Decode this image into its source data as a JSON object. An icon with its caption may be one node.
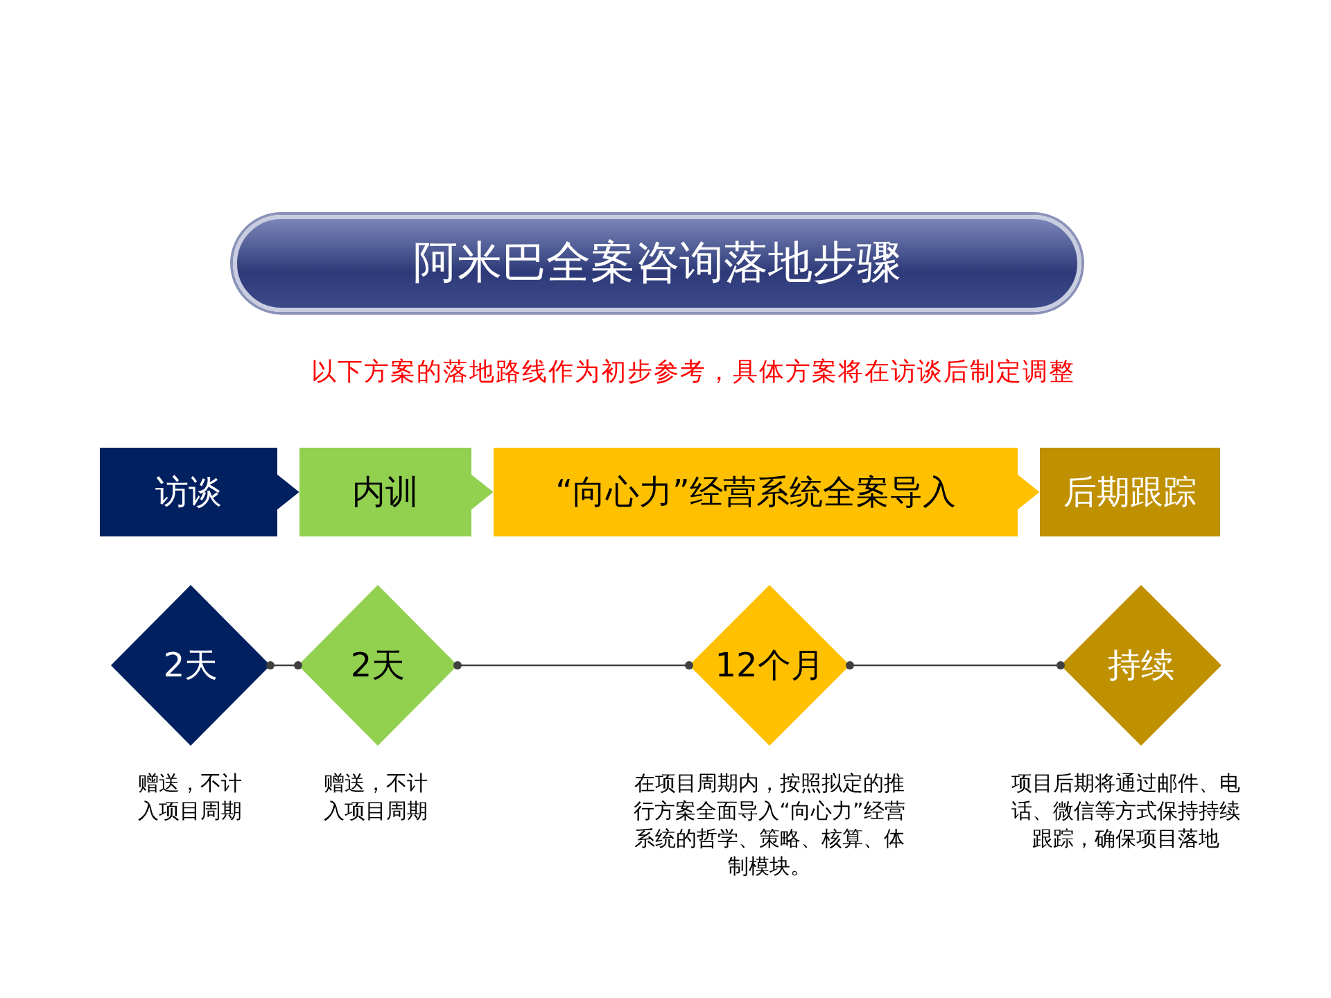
{
  "diagram": {
    "nodes": [
      {
        "text": [
          "阿米巴全案咨询落地步骤"
        ]
      },
      {
        "text": [
          "访谈"
        ]
      },
      {
        "text": [
          "内训"
        ]
      },
      {
        "text": [
          "“向心力”经营系统全案导入"
        ]
      },
      {
        "text": [
          "后期跟踪"
        ]
      },
      {
        "text": [
          "2天"
        ],
        "beside": [
          "赠送，不计入项目周期"
        ]
      },
      {
        "text": [
          "2天"
        ],
        "beside": [
          "赠送，不计入项目周期"
        ]
      },
      {
        "text": [
          "12个月"
        ],
        "beside": [
          "在项目周期内，按照拟定的推行方案全面导入“向心力”经营系统的哲学、策略、核算、体制模块。"
        ]
      },
      {
        "text": [
          "持续"
        ],
        "beside": [
          "项目后期将通过邮件、电话、微信等方式保持持续跟踪，确保项目落地"
        ]
      }
    ],
    "edges": [
      {
        "from": 1,
        "to": 2,
        "arrow": "to"
      },
      {
        "from": 2,
        "to": 3,
        "arrow": "to"
      },
      {
        "from": 3,
        "to": 4,
        "arrow": "to"
      },
      {
        "from": 5,
        "to": 6,
        "arrow": "other"
      },
      {
        "from": 6,
        "to": 7,
        "arrow": "other"
      },
      {
        "from": 7,
        "to": 8,
        "arrow": "other"
      }
    ],
    "labels": [
      "以下方案的落地路线作为初步参考，具体方案将在访谈后制定调整"
    ]
  }
}
